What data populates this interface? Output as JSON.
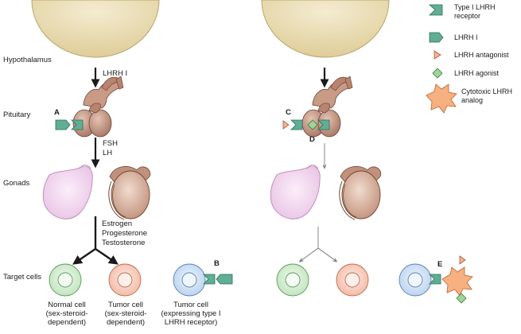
{
  "row_labels": {
    "hypothalamus": "Hypothalamus",
    "pituitary": "Pituitary",
    "gonads": "Gonads",
    "target_cells": "Target cells"
  },
  "arrow_labels": {
    "lhrh": "LHRH I",
    "fsh": "FSH",
    "lh": "LH",
    "estrogen": "Estrogen",
    "progesterone": "Progesterone",
    "testosterone": "Testosterone"
  },
  "point_letters": {
    "a": "A",
    "b": "B",
    "c": "C",
    "d": "D",
    "e": "E"
  },
  "cell_captions": {
    "normal": [
      "Normal cell",
      "(sex-steroid-",
      "dependent)"
    ],
    "tumor": [
      "Tumor cell",
      "(sex-steroid-",
      "dependent)"
    ],
    "tumor_receptor": [
      "Tumor cell",
      "(expressing type I",
      "LHRH receptor)"
    ]
  },
  "legend": {
    "receptor": [
      "Type I LHRH",
      "receptor"
    ],
    "lhrh": [
      "LHRH I"
    ],
    "antagonist": [
      "LHRH antagonist"
    ],
    "agonist": [
      "LHRH agonist"
    ],
    "cytotoxic": [
      "Cytotoxic LHRH",
      "analog"
    ]
  },
  "colors": {
    "hypothalamus_fill": "#e9dcb3",
    "pituitary_fill": "#c99a86",
    "gonad_pink": "#f2d4ef",
    "testis_fill": "#d6ab96",
    "receptor_fill": "#5fae95",
    "normal_cell": "#d2edd0",
    "tumor_cell": "#f7cdbd",
    "tumor_receptor_cell": "#cfe0f3",
    "antagonist_fill": "#f3b294",
    "agonist_fill": "#9fd39a",
    "cytotoxic_fill": "#f7b07f"
  }
}
